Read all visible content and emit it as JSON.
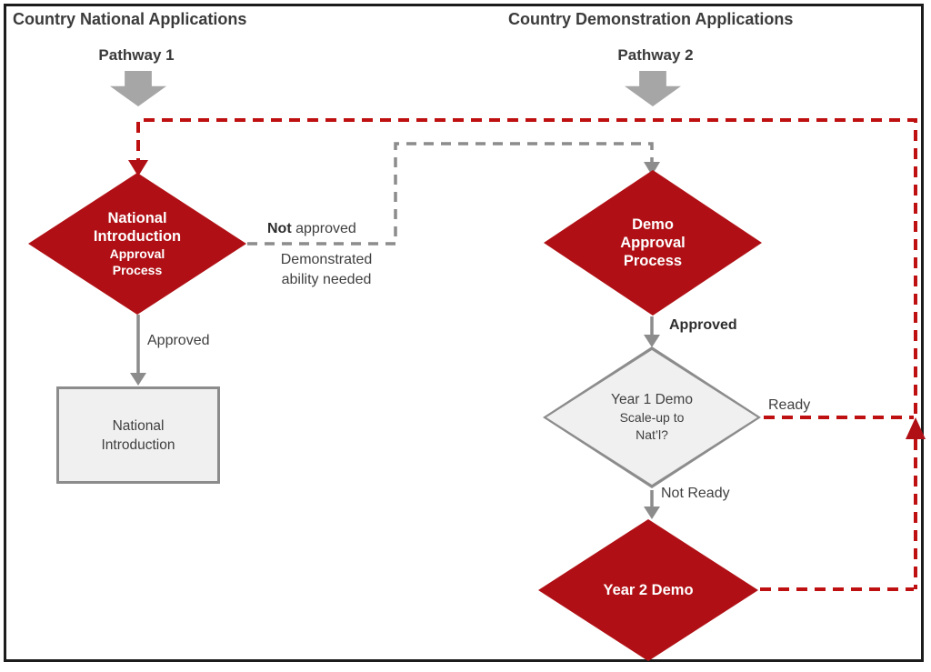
{
  "colors": {
    "diamond_red": "#b01015",
    "red_dash_line": "#be1010",
    "gray_line": "#8c8c8c",
    "block_arrow_gray": "#a6a6a6",
    "light_shape_fill": "#f0f0f0",
    "dark_text": "#3b3b3b",
    "white_text": "#ffffff",
    "border_black": "#1c1c1c"
  },
  "national_pathway": {
    "title": "Country National Applications",
    "pathway_label": "Pathway 1",
    "approval_diamond": {
      "line1": "National",
      "line2": "Introduction",
      "line3": "Approval",
      "line4": "Process"
    },
    "approved_label": "Approved",
    "not_approved": {
      "bold_part": "Not",
      "rest_part": " approved"
    },
    "demonstrated_note": {
      "line1": "Demonstrated",
      "line2": "ability needed"
    },
    "outcome_box": {
      "line1": "National",
      "line2": "Introduction"
    }
  },
  "demo_pathway": {
    "title": "Country Demonstration Applications",
    "pathway_label": "Pathway 2",
    "demo_diamond": {
      "line1": "Demo",
      "line2": "Approval",
      "line3": "Process"
    },
    "approved_label": "Approved",
    "year1_diamond": {
      "line1": "Year 1 Demo",
      "line2": "Scale-up to",
      "line3": "Nat’l?"
    },
    "ready_label": "Ready",
    "not_ready_label": "Not Ready",
    "year2_diamond": {
      "label": "Year 2 Demo"
    }
  }
}
